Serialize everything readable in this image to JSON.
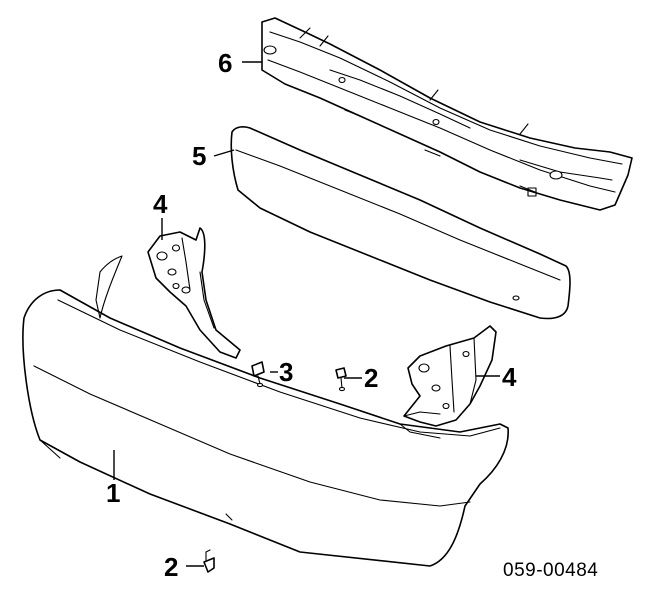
{
  "callouts": {
    "c1": "1",
    "c2a": "2",
    "c2b": "2",
    "c3": "3",
    "c4a": "4",
    "c4b": "4",
    "c5": "5",
    "c6": "6"
  },
  "reference_code": "059-00484",
  "line_color": "#000000",
  "background": "#ffffff"
}
